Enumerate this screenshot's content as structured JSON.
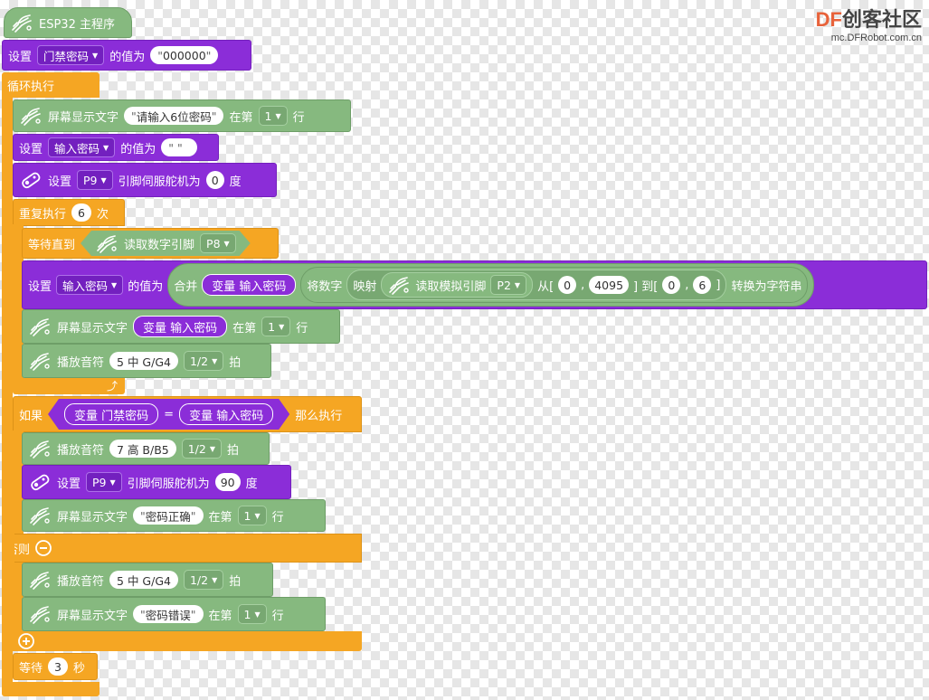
{
  "logo": {
    "brand_df": "DF",
    "brand_rest": "创客社区",
    "url": "mc.DFRobot.com.cn"
  },
  "colors": {
    "green": "#86b97f",
    "purple": "#8b2dd8",
    "orange": "#f5a623"
  },
  "hat": {
    "label": "ESP32 主程序"
  },
  "set_door": {
    "set": "设置",
    "var": "门禁密码",
    "value_of": "的值为",
    "value": "000000"
  },
  "loop_forever": {
    "label": "循环执行"
  },
  "display1": {
    "label": "屏幕显示文字",
    "text": "请输入6位密码",
    "at_line": "在第",
    "line": "1",
    "line_suffix": "行"
  },
  "set_input1": {
    "set": "设置",
    "var": "输入密码",
    "value_of": "的值为",
    "value": " "
  },
  "servo1": {
    "set": "设置",
    "pin": "P9",
    "label": "引脚伺服舵机为",
    "value": "0",
    "unit": "度"
  },
  "repeat": {
    "label": "重复执行",
    "count": "6",
    "suffix": "次"
  },
  "wait_until": {
    "label": "等待直到",
    "read": "读取数字引脚",
    "pin": "P8"
  },
  "set_input2": {
    "set": "设置",
    "var": "输入密码",
    "value_of": "的值为",
    "join": "合并",
    "var_block": "变量 输入密码",
    "to_string": "将数字",
    "map": "映射",
    "read_analog": "读取模拟引脚",
    "pin": "P2",
    "from": "从[",
    "from_a": "0",
    "comma": ",",
    "from_b": "4095",
    "to": "] 到[",
    "to_a": "0",
    "to_b": "6",
    "close": "]",
    "convert": "转换为字符串"
  },
  "display2": {
    "label": "屏幕显示文字",
    "var_block": "变量 输入密码",
    "at_line": "在第",
    "line": "1",
    "line_suffix": "行"
  },
  "tone1": {
    "label": "播放音符",
    "note": "5 中 G/G4",
    "beat": "1/2",
    "suffix": "拍"
  },
  "if_block": {
    "if": "如果",
    "left": "变量 门禁密码",
    "op": "=",
    "right": "变量 输入密码",
    "then": "那么执行"
  },
  "tone2": {
    "label": "播放音符",
    "note": "7 高 B/B5",
    "beat": "1/2",
    "suffix": "拍"
  },
  "servo2": {
    "set": "设置",
    "pin": "P9",
    "label": "引脚伺服舵机为",
    "value": "90",
    "unit": "度"
  },
  "display3": {
    "label": "屏幕显示文字",
    "text": "密码正确",
    "at_line": "在第",
    "line": "1",
    "line_suffix": "行"
  },
  "else_block": {
    "label": "否则"
  },
  "tone3": {
    "label": "播放音符",
    "note": "5 中 G/G4",
    "beat": "1/2",
    "suffix": "拍"
  },
  "display4": {
    "label": "屏幕显示文字",
    "text": "密码错误",
    "at_line": "在第",
    "line": "1",
    "line_suffix": "行"
  },
  "wait": {
    "label": "等待",
    "seconds": "3",
    "suffix": "秒"
  }
}
